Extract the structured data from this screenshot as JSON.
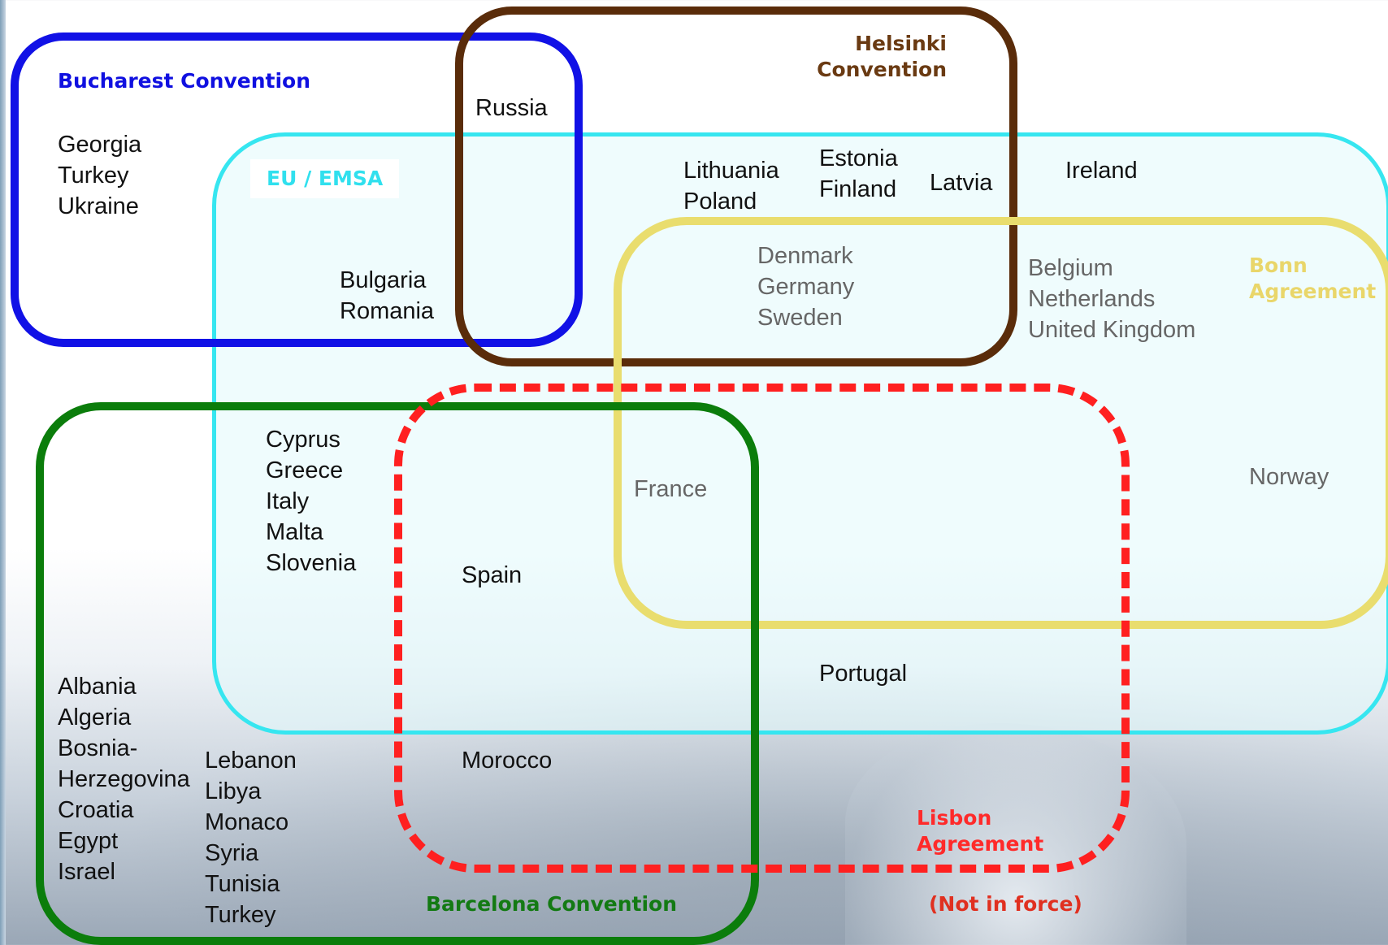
{
  "labels": {
    "bucharest": "Bucharest Convention",
    "helsinki": "Helsinki\nConvention",
    "eu": "EU / EMSA",
    "bonn": "Bonn\nAgreement",
    "barcelona": "Barcelona Convention",
    "lisbon": "Lisbon\nAgreement",
    "not_in_force": "(Not in force)"
  },
  "groups": {
    "bucharest_only": "Georgia\nTurkey\nUkraine",
    "russia": "Russia",
    "bulgaria_romania": "Bulgaria\nRomania",
    "lithuania_poland": "Lithuania\nPoland",
    "estonia_finland": "Estonia\nFinland",
    "latvia": "Latvia",
    "ireland": "Ireland",
    "denmark_germany_sweden": "Denmark\nGermany\nSweden",
    "belgium_nl_uk": "Belgium\nNetherlands\nUnited Kingdom",
    "mediterranean_eu": "Cyprus\nGreece\nItaly\nMalta\nSlovenia",
    "spain": "Spain",
    "france": "France",
    "norway": "Norway",
    "portugal": "Portugal",
    "morocco": "Morocco",
    "barcelona_col1": "Albania\nAlgeria\nBosnia-\nHerzegovina\nCroatia\nEgypt\nIsrael",
    "barcelona_col2": "Lebanon\nLibya\nMonaco\nSyria\nTunisia\nTurkey"
  },
  "colors": {
    "bucharest": "#1111e6",
    "helsinki": "#5a2c0a",
    "eu": "#36e6f0",
    "bonn": "#e9dd6e",
    "barcelona": "#0b7d0b",
    "lisbon": "#ff2020"
  }
}
